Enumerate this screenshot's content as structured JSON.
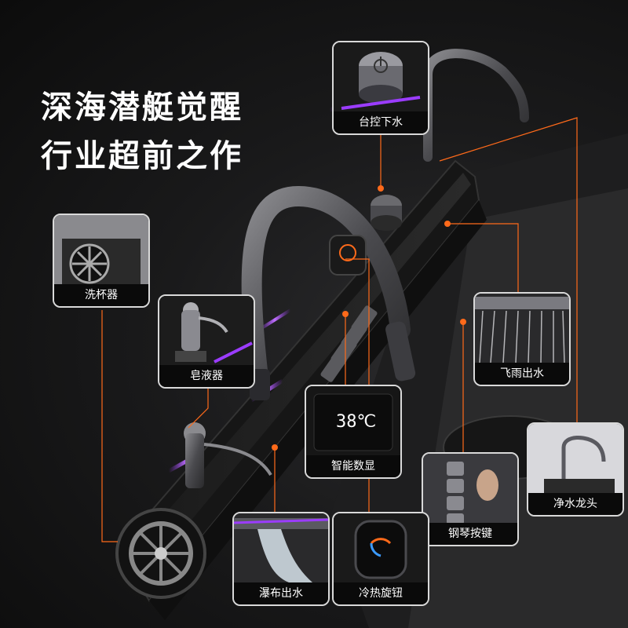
{
  "headline": {
    "line1": "深海潜艇觉醒",
    "line2": "行业超前之作"
  },
  "callouts": {
    "desk_control": "台控下水",
    "cup_washer": "洗杯器",
    "soap_dispenser": "皂液器",
    "rain_flow": "飞雨出水",
    "digital_display": "智能数显",
    "purifier_faucet": "净水龙头",
    "piano_keys": "钢琴按键",
    "waterfall": "瀑布出水",
    "temp_knob": "冷热旋钮"
  },
  "display_readout": "38℃",
  "colors": {
    "accent_orange": "#ff6a1a",
    "accent_purple": "#9b3cff",
    "panel_border": "#d9d9d9",
    "sink_body": "#1c1c1c"
  }
}
